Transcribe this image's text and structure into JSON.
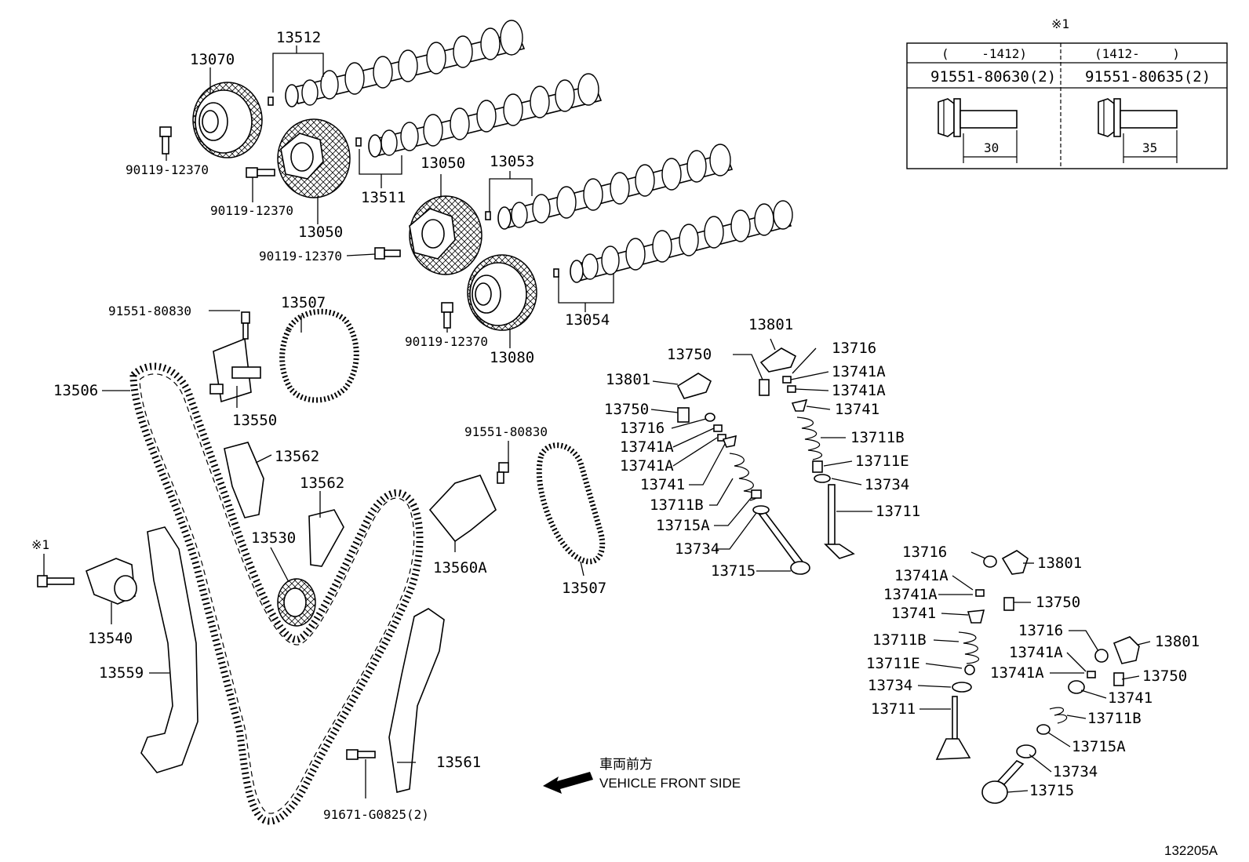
{
  "figure_id": "132205A",
  "direction": {
    "japanese": "車両前方",
    "english": "VEHICLE FRONT SIDE"
  },
  "note_table": {
    "mark": "※1",
    "col1_range": "(　　 -1412)",
    "col2_range": "(1412- 　　)",
    "col1_part": "91551-80630(2)",
    "col2_part": "91551-80635(2)",
    "col1_dim": "30",
    "col2_dim": "35"
  },
  "note_mark_left": "※1",
  "labels": {
    "p13512": "13512",
    "p13070": "13070",
    "p90119_a": "90119-12370",
    "p90119_b": "90119-12370",
    "p90119_c": "90119-12370",
    "p90119_d": "90119-12370",
    "p13050_a": "13050",
    "p13050_b": "13050",
    "p13053": "13053",
    "p13511": "13511",
    "p13054": "13054",
    "p13080": "13080",
    "p91551_a": "91551-80830",
    "p91551_b": "91551-80830",
    "p13507_a": "13507",
    "p13507_b": "13507",
    "p13506": "13506",
    "p13550": "13550",
    "p13562_a": "13562",
    "p13562_b": "13562",
    "p13530": "13530",
    "p13560a": "13560A",
    "p13540": "13540",
    "p13559": "13559",
    "p13561": "13561",
    "p91671": "91671-G0825(2)",
    "v13801_a": "13801",
    "v13750_a": "13750",
    "v13716_a": "13716",
    "v13741a_a": "13741A",
    "v13741a_b": "13741A",
    "v13741_a": "13741",
    "v13711b_a": "13711B",
    "v13711e_a": "13711E",
    "v13734_a": "13734",
    "v13711_a": "13711",
    "v13801_b": "13801",
    "v13750_b": "13750",
    "v13716_b": "13716",
    "v13741a_c": "13741A",
    "v13741a_d": "13741A",
    "v13741_b": "13741",
    "v13711b_b": "13711B",
    "v13715a_a": "13715A",
    "v13734_b": "13734",
    "v13715_a": "13715",
    "v13716_c": "13716",
    "v13801_c": "13801",
    "v13741a_e": "13741A",
    "v13741a_f": "13741A",
    "v13750_c": "13750",
    "v13741_c": "13741",
    "v13711b_c": "13711B",
    "v13711e_b": "13711E",
    "v13734_c": "13734",
    "v13711_b": "13711",
    "v13716_d": "13716",
    "v13801_d": "13801",
    "v13741a_g": "13741A",
    "v13750_d": "13750",
    "v13741a_h": "13741A",
    "v13741_d": "13741",
    "v13711b_d": "13711B",
    "v13715a_b": "13715A",
    "v13734_d": "13734",
    "v13715_b": "13715"
  }
}
